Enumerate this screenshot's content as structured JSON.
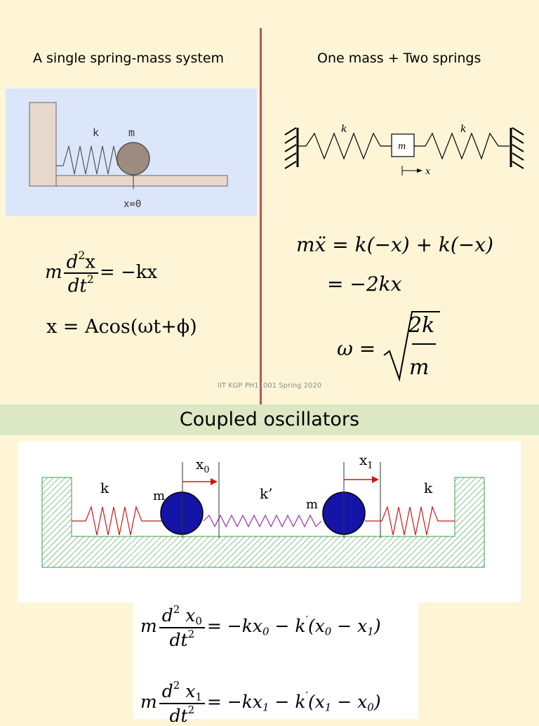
{
  "left": {
    "heading": "A single spring-mass system",
    "diagram": {
      "spring_label": "k",
      "mass_label": "m",
      "origin_label": "x=0"
    },
    "eq_lhs_m": "m",
    "eq_num_d": "d",
    "eq_num_sup": "2",
    "eq_num_x": "x",
    "eq_den_dt": "dt",
    "eq_den_sup": "2",
    "eq_rhs": "= −kx",
    "solution": "x = Acos(ωt+ϕ)"
  },
  "right": {
    "heading": "One mass + Two springs",
    "diagram": {
      "k_left": "k",
      "k_right": "k",
      "mass_label": "m",
      "disp_label": "x"
    },
    "eq1": "mẍ = k(−x) + k(−x)",
    "eq2": "= −2kx",
    "omega_lhs": "ω =",
    "omega_num": "2k",
    "omega_den": "m"
  },
  "footer": "IIT KGP PH11001 Spring 2020",
  "coupled": {
    "title": "Coupled oscillators",
    "diagram": {
      "k_left": "k",
      "k_right": "k",
      "k_middle": "k’",
      "m_left": "m",
      "m_right": "m",
      "x0_label": "x",
      "x0_sub": "0",
      "x1_label": "x",
      "x1_sub": "1"
    },
    "eq1": {
      "m": "m",
      "d": "d",
      "sup": "2",
      "x": "x",
      "xsub": "0",
      "dt": "dt",
      "dtsup": "2",
      "rhs_a": "= −kx",
      "rhs_a_sub": "0",
      "rhs_b": " − k",
      "prime": "′",
      "rhs_c": "(x",
      "rhs_c_sub": "0",
      "rhs_d": " − x",
      "rhs_d_sub": "1",
      "rhs_e": ")"
    },
    "eq2": {
      "m": "m",
      "d": "d",
      "sup": "2",
      "x": "x",
      "xsub": "1",
      "dt": "dt",
      "dtsup": "2",
      "rhs_a": "= −kx",
      "rhs_a_sub": "1",
      "rhs_b": " − k",
      "prime": "′",
      "rhs_c": "(x",
      "rhs_c_sub": "1",
      "rhs_d": " − x",
      "rhs_d_sub": "0",
      "rhs_e": ")"
    }
  },
  "colors": {
    "background": "#fef5d7",
    "divider": "#c0504d",
    "band": "#dce7c4",
    "single_panel": "#dbe6fb",
    "mass_ball": "#9c8b7e",
    "coupled_ball": "#1414a8",
    "coupled_spring": "#cc1818",
    "coupled_hatch": "#3c9c4c"
  }
}
